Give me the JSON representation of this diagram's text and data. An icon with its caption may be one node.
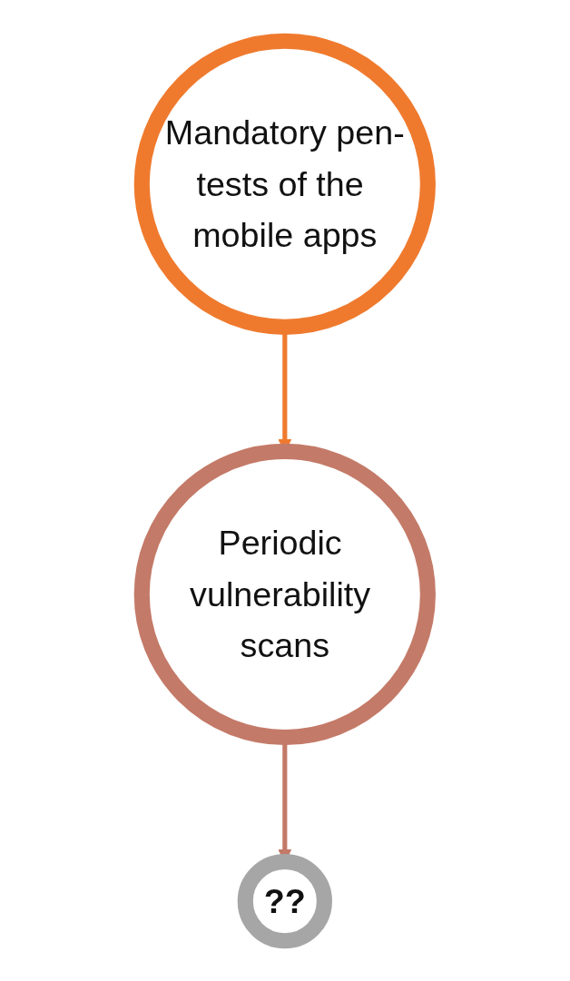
{
  "diagram": {
    "nodes": [
      {
        "text": [
          "Mandatory pen-tests of the mobile apps"
        ]
      },
      {
        "text": [
          "Periodic vulnerability scans"
        ]
      },
      {
        "text": [
          "??"
        ]
      }
    ],
    "edges": [
      {
        "from": 0,
        "to": 1,
        "arrow": "to"
      },
      {
        "from": 1,
        "to": 2,
        "arrow": "to"
      }
    ]
  }
}
